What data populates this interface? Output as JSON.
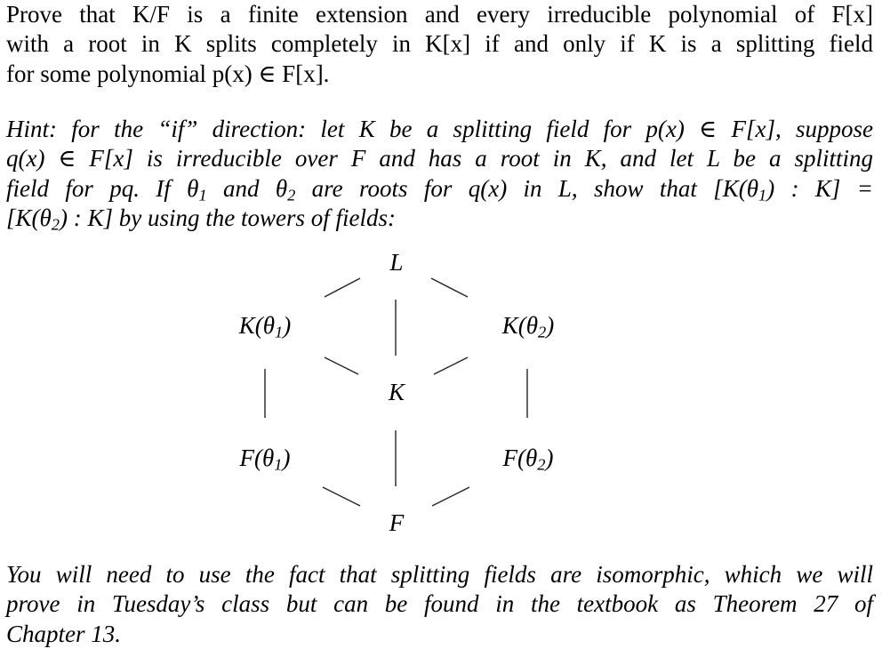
{
  "problem": {
    "lines": [
      "Prove that K/F is a finite extension and every irreducible polynomial of F[x]",
      "with a root in K splits completely in K[x] if and only if K is a splitting field",
      "for some polynomial p(x) ∈ F[x]."
    ]
  },
  "hint": {
    "lines": [
      "Hint: for the “if” direction: let K be a splitting field for p(x) ∈ F[x], suppose",
      "q(x) ∈ F[x] is irreducible over F and has a root in K, and let L be a splitting",
      "field for pq.  If θ1 and θ2 are roots for q(x) in L, show that [K(θ1) : K] =",
      "[K(θ2) : K] by using the towers of fields:"
    ]
  },
  "diagram": {
    "nodes": {
      "top": "L",
      "left_upper": "K(θ1)",
      "right_upper": "K(θ2)",
      "middle": "K",
      "left_lower": "F(θ1)",
      "right_lower": "F(θ2)",
      "bottom": "F"
    }
  },
  "note": {
    "lines": [
      "You will need to use the fact that splitting fields are isomorphic, which we will",
      "prove in Tuesday’s class but can be found in the textbook as Theorem 27 of",
      "Chapter 13."
    ]
  }
}
